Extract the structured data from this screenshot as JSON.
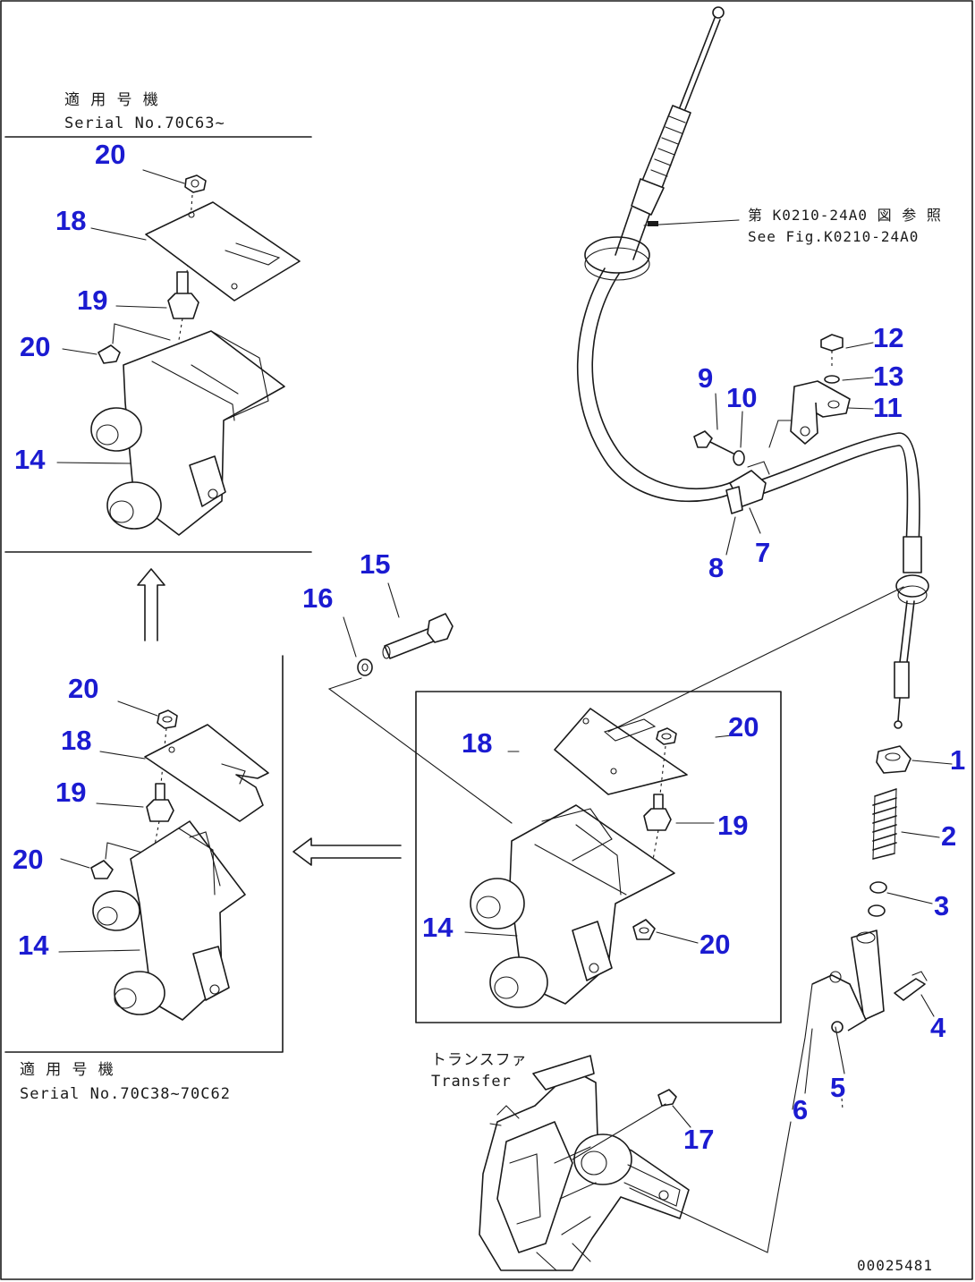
{
  "colors": {
    "callout": "#1b1bd1",
    "line": "#1a1a1a",
    "background": "#ffffff"
  },
  "captions": {
    "top_left_jp": "適 用 号 機",
    "top_left_serial": "Serial No.70C63~",
    "bottom_left_jp": "適 用 号 機",
    "bottom_left_serial": "Serial No.70C38~70C62",
    "transfer_jp": "トランスファ",
    "transfer_en": "Transfer",
    "ref_jp": "第 K0210-24A0 図 参 照",
    "ref_en": "See Fig.K0210-24A0",
    "drawing_id": "00025481"
  },
  "callouts": {
    "p1": "1",
    "p2": "2",
    "p3": "3",
    "p4": "4",
    "p5": "5",
    "p6": "6",
    "p7": "7",
    "p8": "8",
    "p9": "9",
    "p10": "10",
    "p11": "11",
    "p12": "12",
    "p13": "13",
    "p14": "14",
    "p15": "15",
    "p16": "16",
    "p17": "17",
    "p18": "18",
    "p19": "19",
    "p20": "20"
  }
}
